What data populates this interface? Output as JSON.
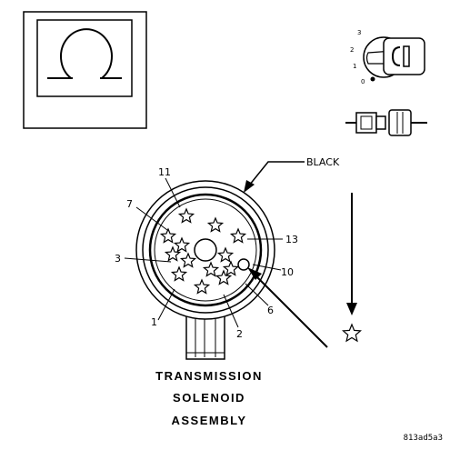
{
  "meter_symbol": "ohm-icon",
  "ignition_positions": [
    "3",
    "2",
    "1",
    "0"
  ],
  "ignition_indicator": "key-icon",
  "connector_symbol": "disconnected-connector-icon",
  "wire_color_label": "BLACK",
  "pin_labels": {
    "p11": "11",
    "p7": "7",
    "p3": "3",
    "p1": "1",
    "p2": "2",
    "p6": "6",
    "p10": "10",
    "p13": "13"
  },
  "ground_symbol": "star-ground-icon",
  "caption": [
    "TRANSMISSION",
    "SOLENOID",
    "ASSEMBLY"
  ],
  "figure_code": "813ad5a3"
}
